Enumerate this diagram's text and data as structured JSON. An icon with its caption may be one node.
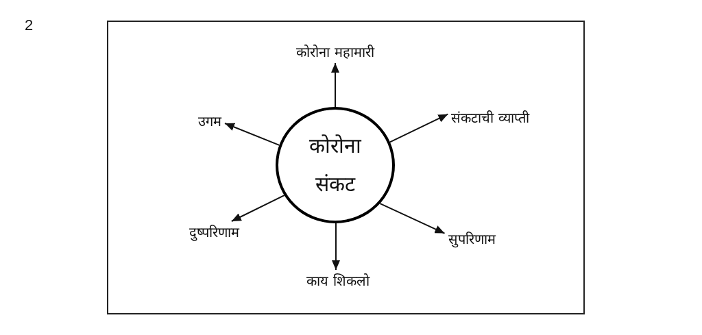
{
  "diagram": {
    "nodes": [
      {
        "text": [
          "कोरोना संकट"
        ]
      },
      {
        "text": [
          "कोरोना महामारी"
        ]
      },
      {
        "text": [
          "उगम"
        ]
      },
      {
        "text": [
          "संकटाची व्याप्ती"
        ]
      },
      {
        "text": [
          "दुष्परिणाम"
        ]
      },
      {
        "text": [
          "सुपरिणाम"
        ]
      },
      {
        "text": [
          "काय शिकलो"
        ]
      }
    ],
    "edges": [
      {
        "from": 0,
        "to": 1,
        "arrow": "to"
      },
      {
        "from": 0,
        "to": 2,
        "arrow": "to"
      },
      {
        "from": 0,
        "to": 3,
        "arrow": "to"
      },
      {
        "from": 0,
        "to": 4,
        "arrow": "to"
      },
      {
        "from": 0,
        "to": 5,
        "arrow": "to"
      },
      {
        "from": 0,
        "to": 6,
        "arrow": "to"
      }
    ],
    "labels": [
      "2"
    ]
  }
}
